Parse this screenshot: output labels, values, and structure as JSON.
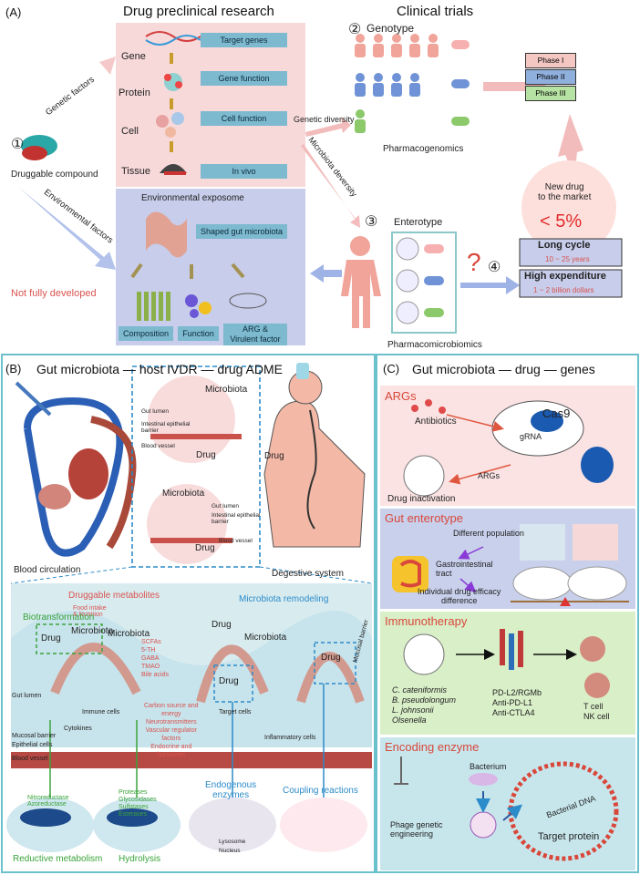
{
  "panelA": {
    "label": "(A)",
    "title_preclinical": "Drug preclinical research",
    "title_clinical": "Clinical trials",
    "circle1": "①",
    "circle2": "②",
    "circle3": "③",
    "circle4": "④",
    "genotype": "Genotype",
    "druggable_compound": "Druggable compound",
    "genetic_factors": "Genetic factors",
    "environmental_factors": "Environmental factors",
    "not_fully_developed": "Not fully developed",
    "levels": [
      "Gene",
      "Protein",
      "Cell",
      "Tissue"
    ],
    "level_boxes": [
      "Target genes",
      "Gene function",
      "Cell function",
      "In vivo"
    ],
    "environmental_exposome": "Environmental exposome",
    "shaped_gut_microbiota": "Shaped gut  microbiota",
    "composition": "Composition",
    "function": "Function",
    "arg_virulent": "ARG &\nVirulent factor",
    "genetic_diversity": "Genetic diversity",
    "microbiota_diversity": "Microbiota deversity",
    "pharmacogenomics": "Pharmacogenomics",
    "enterotype": "Enterotype",
    "pharmacomicrobiomics": "Pharmacomicrobiomics",
    "phases": [
      "Phase I",
      "Phase II",
      "Phase III"
    ],
    "phase_colors": [
      "#f4c7c3",
      "#8fb0dd",
      "#b6e3a3"
    ],
    "new_drug": "New drug\nto the market",
    "percent": "< 5%",
    "long_cycle": "Long cycle",
    "long_cycle_years": "10 ~ 25 years",
    "high_expenditure": "High expenditure",
    "high_expenditure_cost": "1 ~ 2 billion dollars",
    "question": "?"
  },
  "panelB": {
    "label": "(B)",
    "title": "Gut microbiota — host IVDR — drug ADME",
    "blood_circulation": "Blood circulation",
    "degestive_system": "Degestive system",
    "drug": "Drug",
    "microbiota": "Microbiota",
    "gut_lumen": "Gut lumen",
    "intestinal_barrier": "Intestinal epithelial barrier",
    "blood_vessel": "Blood vessel",
    "druggable_metabolites": "Druggable metabolites",
    "food_intake": "Food intake\n& Nutrition",
    "metabolites": "SCFAs\n5-TH\nGABA\nTMAO\nBile acids",
    "microbiota_remodeling": "Microbiota remodeling",
    "biotransformation": "Biotransformation",
    "immune_cells": "Immune cells",
    "cytokines": "Cytokines",
    "carbon_source": "Carbon source and\nenergy\nNeurotransmitters\nVascular regulator\nfactors\nEndocrine and\nhormones",
    "target_cells": "Target cells",
    "inflammatory_cells": "Inflammatory cells",
    "mucosal_barrier_label": "Mucosal barrier",
    "mucosal_barrier": "Mucosal barrier",
    "epithelial_cells": "Epithelial cells",
    "reductive_enzymes": "Nitroreductase\nAzoreductase",
    "hydrolysis_enzymes": "Proteases\nGlycosidases\nSulfatases\nEsterases",
    "endogenous_enzymes": "Endogenous\nenzymes",
    "coupling_reactions": "Coupling reactions",
    "reductive_metabolism": "Reductive metabolism",
    "hydrolysis": "Hydrolysis",
    "lysosome": "Lysosome",
    "nucleus": "Nucleus"
  },
  "panelC": {
    "label": "(C)",
    "title": "Gut microbiota — drug  — genes",
    "args_title": "ARGs",
    "antibiotics": "Antibiotics",
    "cas9": "Cas9",
    "grna": "gRNA",
    "args": "ARGs",
    "drug_inactivation": "Drug inactivation",
    "gut_enterotype": "Gut  enterotype",
    "different_population": "Different population",
    "gi_tract": "Gastrointestinal\ntract",
    "individual_efficacy": "Individual drug efficacy\ndifference",
    "immunotherapy": "Immunotherapy",
    "species": "C. cateniformis\nB. pseudolongum\nL. johnsonii\nOlsenella",
    "checkpoints": "PD-L2/RGMb\nAnti-PD-L1\nAnti-CTLA4",
    "tcell": "T cell\nNK cell",
    "encoding_enzyme": "Encoding enzyme",
    "bacterium": "Bacterium",
    "phage_engineering": "Phage genetic\nengineering",
    "bacterial_dna": "Bacterial DNA",
    "target_protein": "Target protein"
  }
}
